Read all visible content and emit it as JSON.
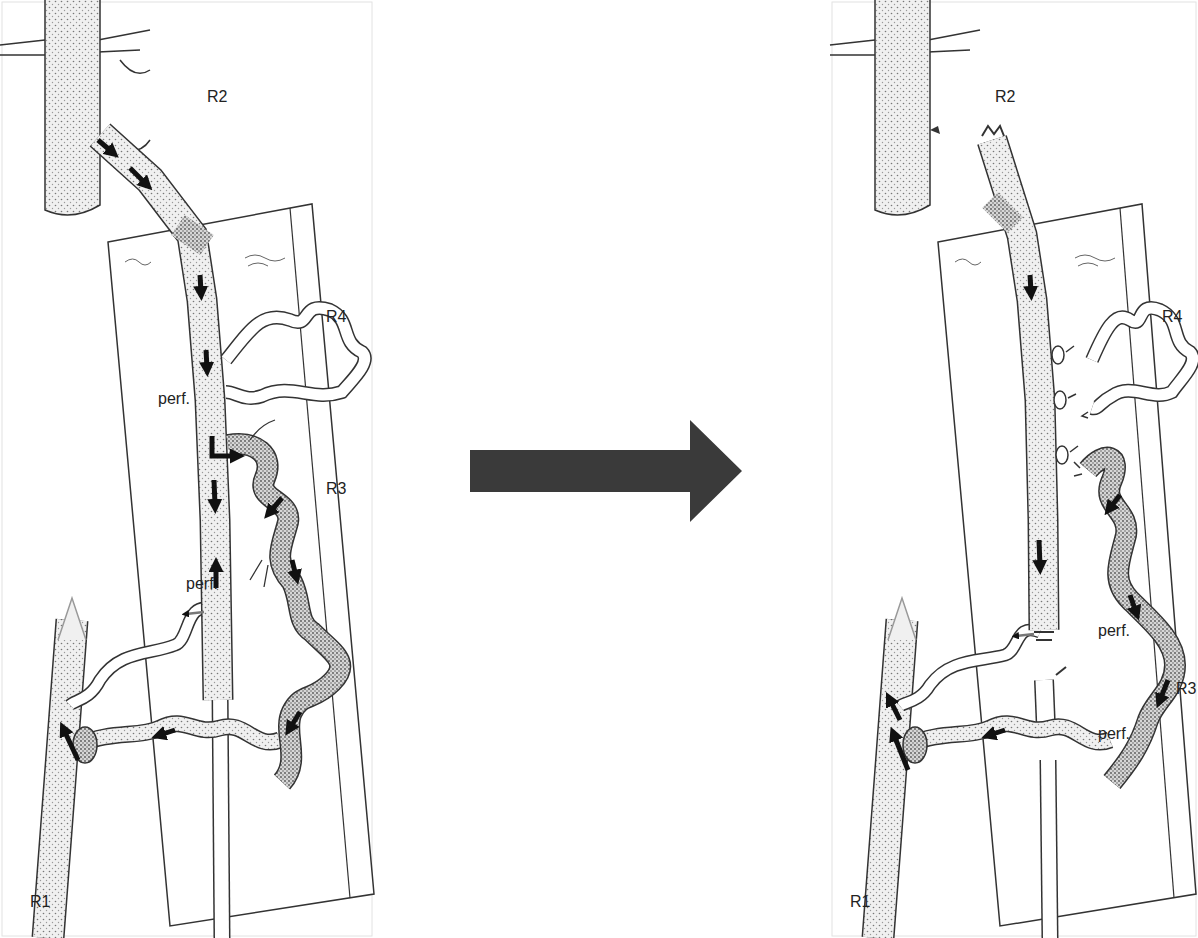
{
  "diagram": {
    "labels": [
      "R2",
      "R4",
      "perf.",
      "R3",
      "perf.",
      "R1",
      "R2",
      "R4",
      "perf.",
      "R3",
      "perf.",
      "R1"
    ]
  }
}
